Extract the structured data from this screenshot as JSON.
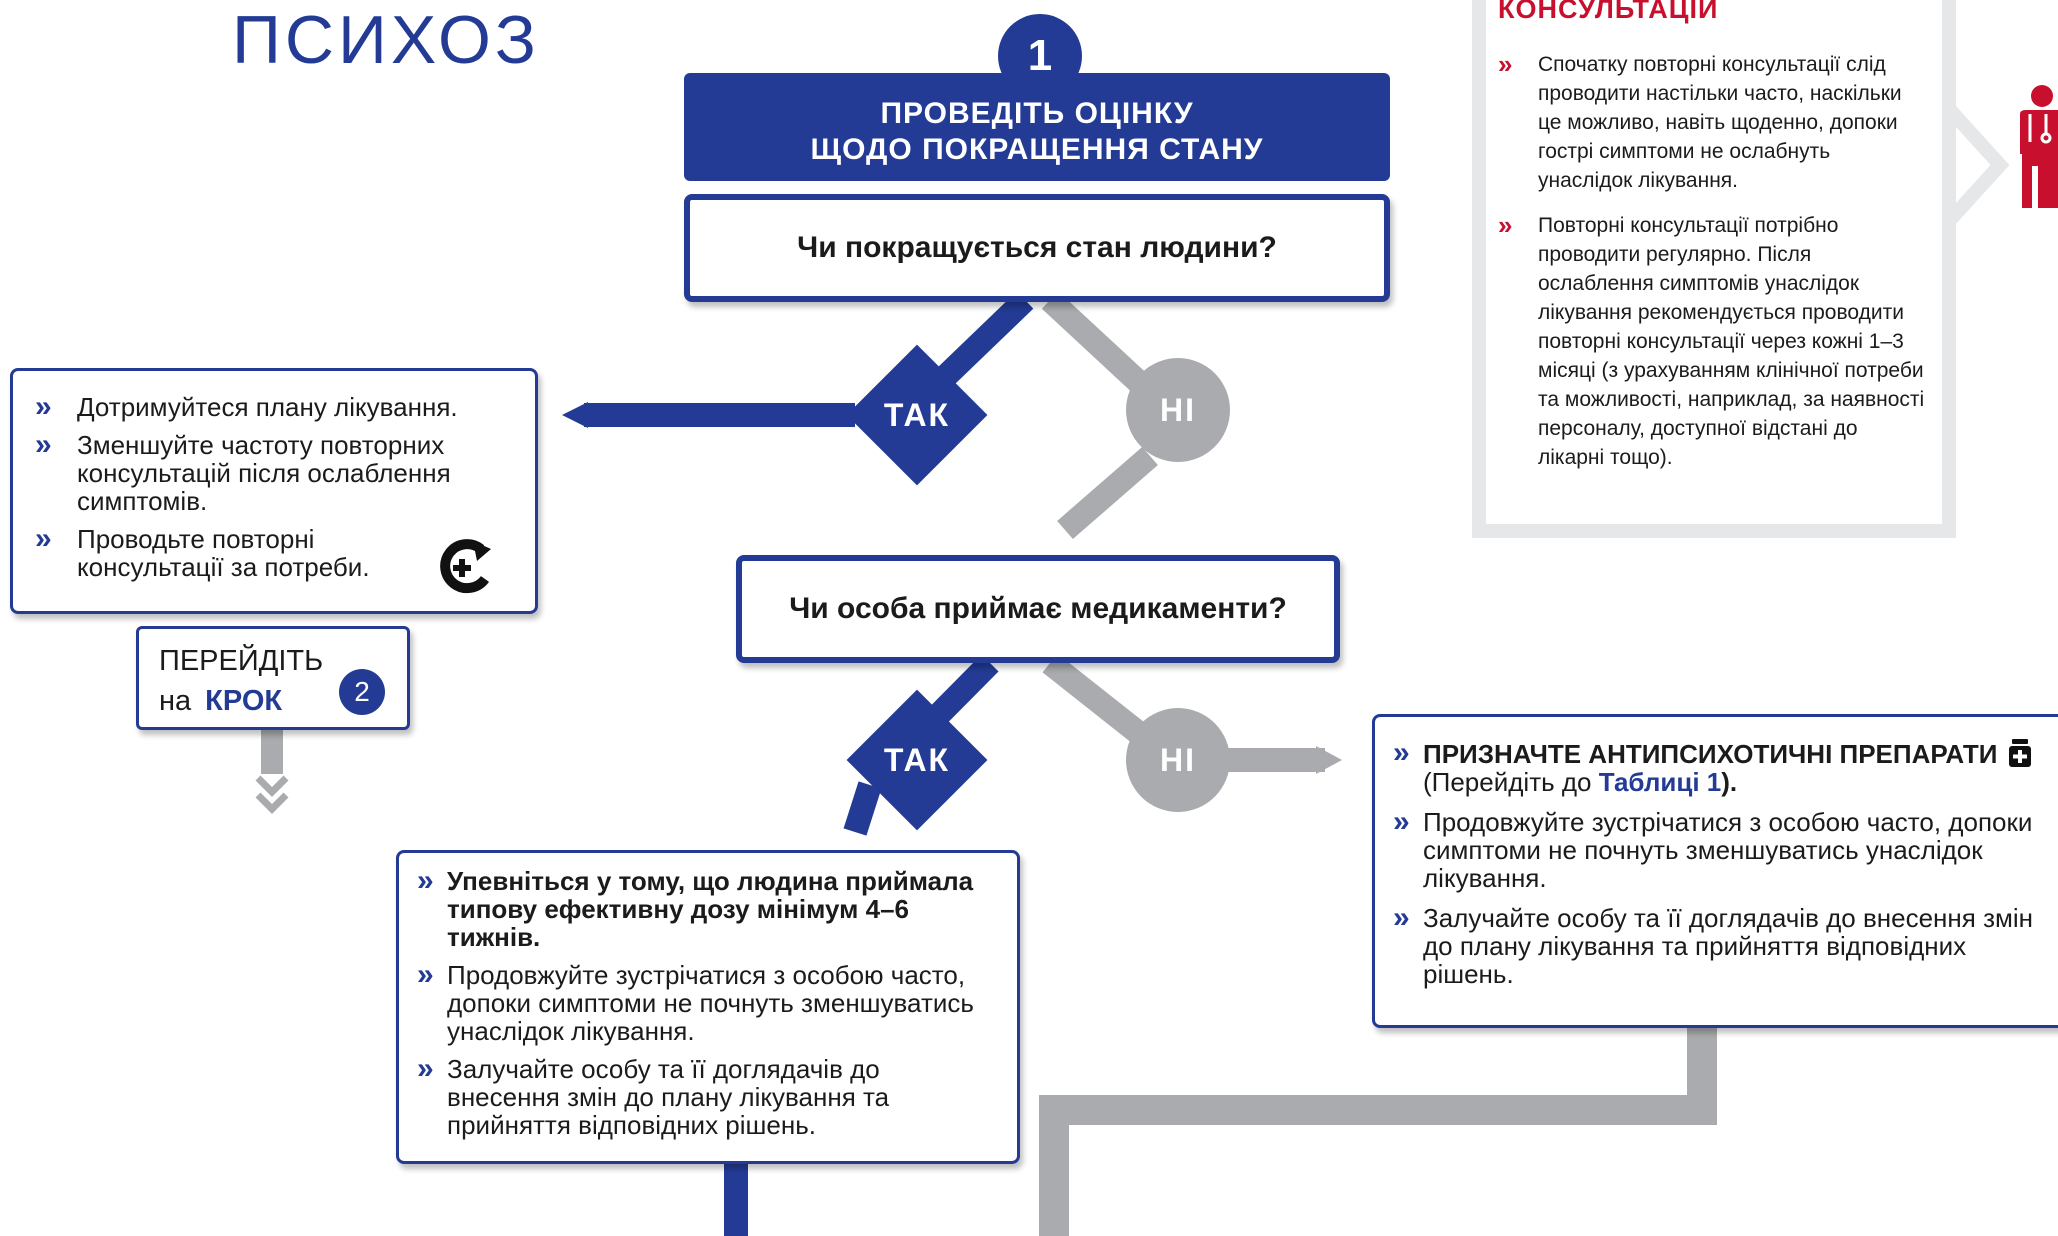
{
  "title": "ПСИХОЗ",
  "step_number": "1",
  "step_banner": {
    "line1": "ПРОВЕДІТЬ ОЦІНКУ",
    "line2": "ЩОДО ПОКРАЩЕННЯ СТАНУ"
  },
  "question1": "Чи покращується стан людини?",
  "question2": "Чи особа приймає медикаменти?",
  "yes_label": "ТАК",
  "no_label": "НІ",
  "left_box": {
    "items": [
      "Дотримуйтеся плану лікування.",
      "Зменшуйте частоту повторних консультацій після ослаблення симптомів.",
      "Проводьте повторні консультації за потреби."
    ]
  },
  "goto_step": {
    "line1": "ПЕРЕЙДІТЬ",
    "prefix": "на",
    "label": "КРОК",
    "step": "2"
  },
  "middle_box": {
    "item1": "Упевніться у тому, що людина приймала типову ефективну дозу мінімум 4–6 тижнів.",
    "item2": "Продовжуйте зустрічатися з особою часто, допоки симптоми не почнуть зменшуватись унаслідок лікування.",
    "item3": "Залучайте особу та її доглядачів до внесення змін до плану лікування та прийняття відповідних рішень."
  },
  "right_box": {
    "item1_bold": "ПРИЗНАЧТЕ АНТИПСИХОТИЧНІ ПРЕПАРАТИ",
    "item1_pre": "(Перейдіть до ",
    "item1_link": "Таблиці 1",
    "item1_post": ").",
    "item2": "Продовжуйте зустрічатися з особою часто, допоки симптоми не почнуть зменшуватись унаслідок лікування.",
    "item3": "Залучайте особу та її доглядачів до внесення змін до плану лікування та прийняття відповідних рішень."
  },
  "side_panel": {
    "heading": "КОНСУЛЬТАЦІЙ",
    "items": [
      "Спочатку повторні консультації слід проводити настільки часто, наскільки це можливо, навіть щоденно, допоки гострі симптоми не ослабнуть унаслідок лікування.",
      "Повторні консультації потрібно проводити регулярно. Після ослаблення симптомів унаслідок лікування рекомендується проводити повторні консультації через кожні 1–3 місяці (з урахуванням клінічної потреби та можливості, наприклад, за наявності персоналу, доступної відстані до лікарні тощо)."
    ]
  },
  "icons": {
    "followup": "follow-up-icon",
    "medication": "medication-icon",
    "doctor": "doctor-icon",
    "next_step": "chevron-down-double-icon"
  },
  "colors": {
    "primary": "#233b95",
    "gray": "#a9abae",
    "accent": "#c8102e"
  }
}
